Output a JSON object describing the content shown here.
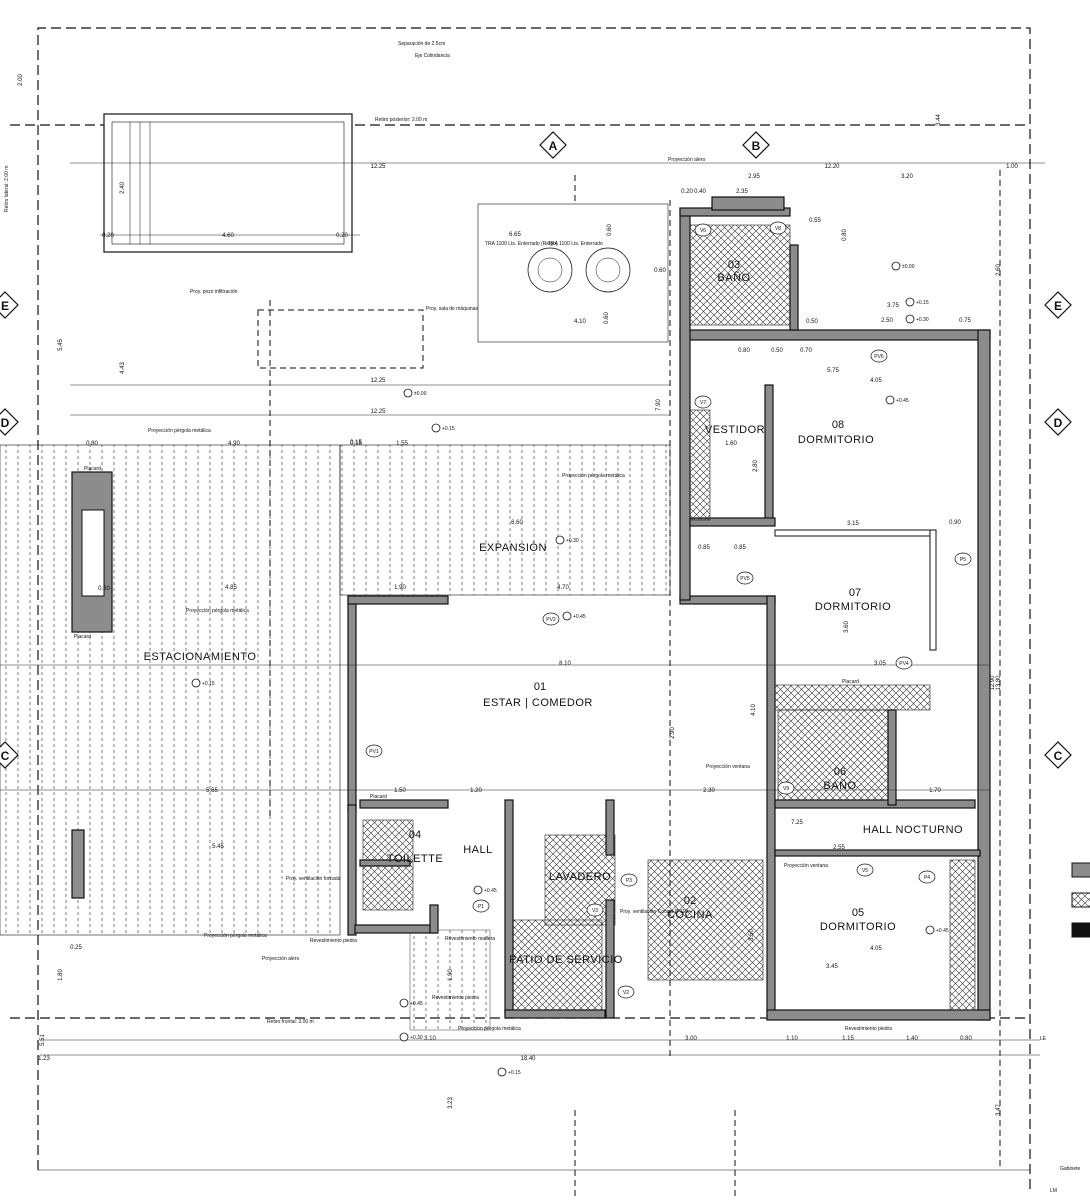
{
  "top_notes": {
    "separation": "Separación de 2.5cm",
    "boundary_axis": "Eje Colindancia",
    "rear_setback": "Retiro posterior: 2.00 m",
    "front_setback": "Retiro frontal: 3.00 m",
    "lateral_setback": "Retiro lateral: 2.00 m",
    "cabinet": "Gabinete",
    "lm": "LM",
    "le": "LE"
  },
  "axes": [
    "A",
    "B",
    "C",
    "D",
    "E"
  ],
  "rooms": [
    {
      "num": "01",
      "name": "ESTAR | COMEDOR"
    },
    {
      "num": "02",
      "name": "COCINA"
    },
    {
      "num": "03",
      "name": "BAÑO"
    },
    {
      "num": "04",
      "name": "TOILETTE"
    },
    {
      "num": "05",
      "name": "DORMITORIO"
    },
    {
      "num": "06",
      "name": "BAÑO"
    },
    {
      "num": "07",
      "name": "DORMITORIO"
    },
    {
      "num": "08",
      "name": "DORMITORIO"
    },
    {
      "num": "",
      "name": "VESTIDOR"
    },
    {
      "num": "",
      "name": "EXPANSIÓN"
    },
    {
      "num": "",
      "name": "ESTACIONAMIENTO"
    },
    {
      "num": "",
      "name": "LAVADERO"
    },
    {
      "num": "",
      "name": "PATIO DE SERVICIO"
    },
    {
      "num": "",
      "name": "HALL"
    },
    {
      "num": "",
      "name": "HALL NOCTURNO"
    }
  ],
  "notes": {
    "pergola_1": "Proyección pérgola metálica",
    "pergola_2": "Proyección pérgola metálica",
    "pergola_3": "Proyección pérgola metálica",
    "pergola_4": "Proyección pérgola metálica",
    "pergola_5": "Proyección pérgola metálica",
    "alero_top": "Proyección alero",
    "alero_left": "Proyección alero",
    "pozo": "Proy. pozo infiltración",
    "sala_maq": "Proy. sala de máquinas",
    "tanque1": "TRA 1100 Lts. Enterrado (Riego)",
    "tanque2": "TRA 1100 Lts. Enterrado",
    "vent_ventana_1": "Proyección ventana",
    "vent_ventana_2": "Proyección ventana",
    "vent_forzada": "Proy. ventilación forzada",
    "vent_cocina": "Proy. ventilación Cocina Ø 110",
    "piedra_1": "Revestimiento piedra",
    "piedra_2": "Revestimiento piedra",
    "piedra_3": "Revestimiento piedra",
    "madera": "Revestimiento madera",
    "placard_1": "Placard",
    "placard_2": "Placard",
    "placard_3": "Placard",
    "placard_4": "Placard"
  },
  "levels": [
    "±0.00",
    "±0.00",
    "+0.15",
    "+0.15",
    "+0.30",
    "+0.30",
    "+0.45",
    "+0.45",
    "+0.45",
    "+0.15",
    "+0.45",
    "+0.30",
    "+0.15",
    "+0.45"
  ],
  "tags": [
    "PV1",
    "PV2",
    "PV4",
    "PV5",
    "PV6",
    "V2",
    "V3",
    "V5",
    "V6",
    "V7",
    "V8",
    "V9",
    "P1",
    "P3",
    "P4",
    "P5"
  ],
  "dims": [
    "12.25",
    "12.25",
    "12.25",
    "4.60",
    "0.20",
    "0.20",
    "2.40",
    "6.65",
    "4.10",
    "0.60",
    "0.60",
    "0.60",
    "2.95",
    "3.20",
    "1.00",
    "12.20",
    "2.35",
    "0.20",
    "0.40",
    "0.55",
    "0.80",
    "2.60",
    "3.44",
    "2.00",
    "5.45",
    "4.43",
    "7.90",
    "3.75",
    "2.50",
    "0.75",
    "0.50",
    "0.80",
    "0.50",
    "0.70",
    "5.75",
    "4.05",
    "1.60",
    "2.80",
    "3.15",
    "0.90",
    "6.60",
    "0.85",
    "0.85",
    "4.85",
    "1.90",
    "4.70",
    "0.80",
    "4.90",
    "0.15",
    "1.55",
    "8.10",
    "3.05",
    "3.60",
    "4.10",
    "2.90",
    "2.30",
    "1.20",
    "1.50",
    "5.65",
    "5.45",
    "3.10",
    "18.40",
    "3.00",
    "1.15",
    "1.40",
    "0.80",
    "1.10",
    "3.45",
    "4.05",
    "3.50",
    "7.25",
    "2.55",
    "1.70",
    "12.90",
    "13.80",
    "1.23",
    "5.51",
    "1.80",
    "1.90",
    "3.23",
    "3.47",
    "0.25",
    "0.60",
    "0.15"
  ],
  "legend_colors": [
    "#8c8c8c",
    "#ffffff",
    "#111111"
  ]
}
